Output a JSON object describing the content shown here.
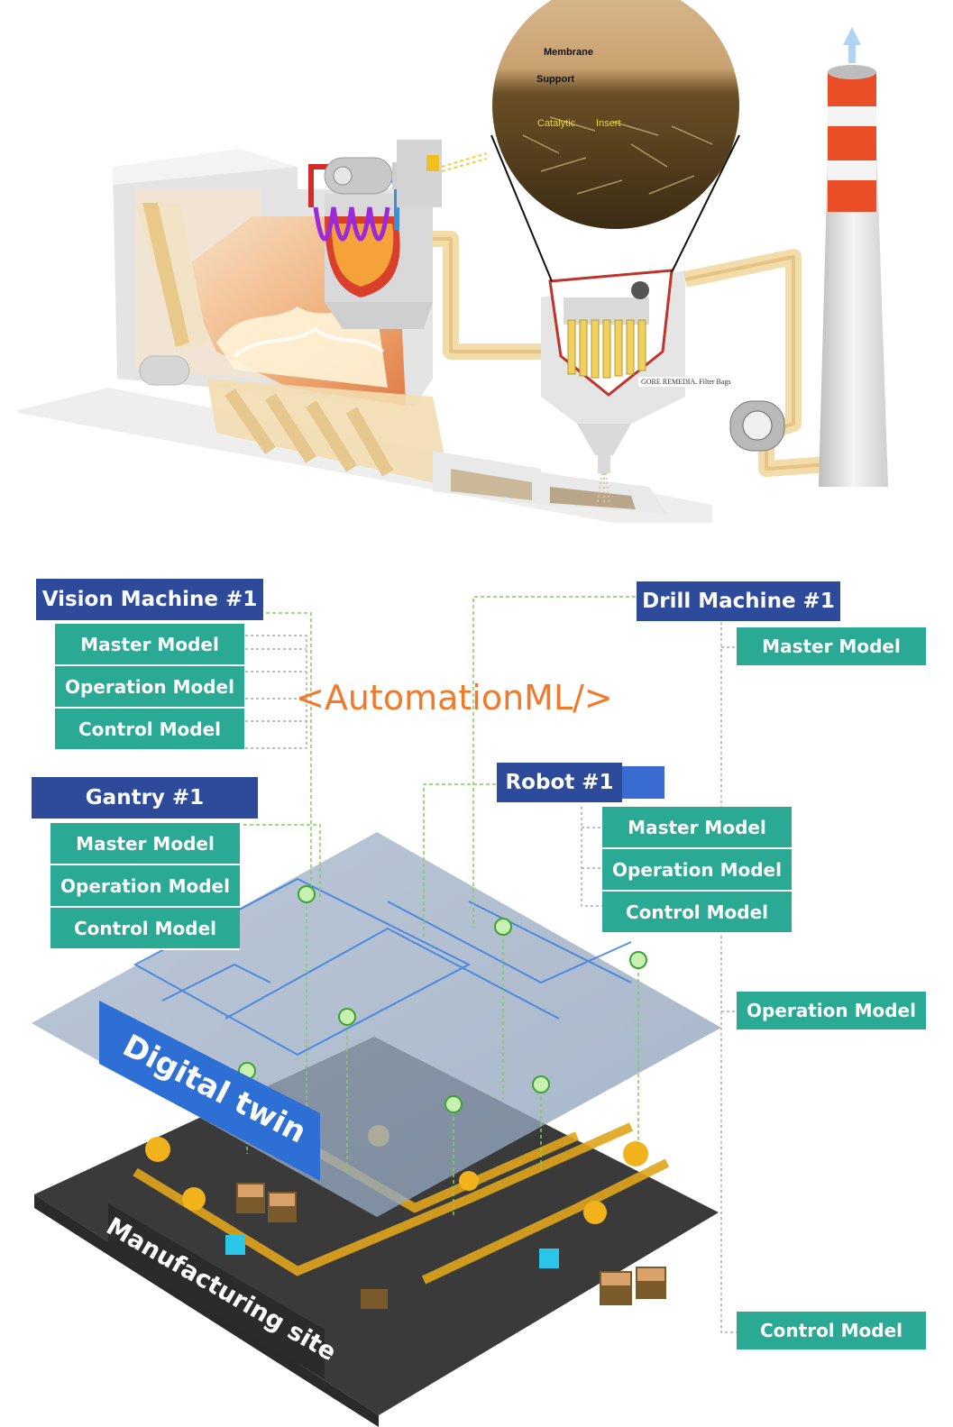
{
  "membrane_labels": {
    "membrane": "Membrane",
    "support": "Support",
    "catalytic": "Catalytic",
    "insert": "Insert"
  },
  "filter_tag": "GORE REMEDIA. Filter Bags",
  "aml_label": "<AutomationML/>",
  "devices": {
    "vision": {
      "title": "Vision Machine #1",
      "models": [
        "Master Model",
        "Operation Model",
        "Control Model"
      ]
    },
    "drill": {
      "title": "Drill Machine #1",
      "models": [
        "Master Model",
        "Operation Model",
        "Control Model"
      ]
    },
    "gantry": {
      "title": "Gantry #1",
      "models": [
        "Master Model",
        "Operation Model",
        "Control Model"
      ]
    },
    "robot": {
      "title": "Robot #1",
      "models": [
        "Master Model",
        "Operation Model",
        "Control Model"
      ]
    }
  },
  "layers": {
    "digital_twin": "Digital twin",
    "manufacturing_site": "Manufacturing site"
  },
  "colors": {
    "header_navy": "#2e4a9a",
    "model_teal": "#2aa995",
    "aml_orange": "#f07a2a",
    "twin_blue": "#2d6fd4",
    "site_dark": "#3a3a3a",
    "connector_green": "#7fcf5a"
  }
}
